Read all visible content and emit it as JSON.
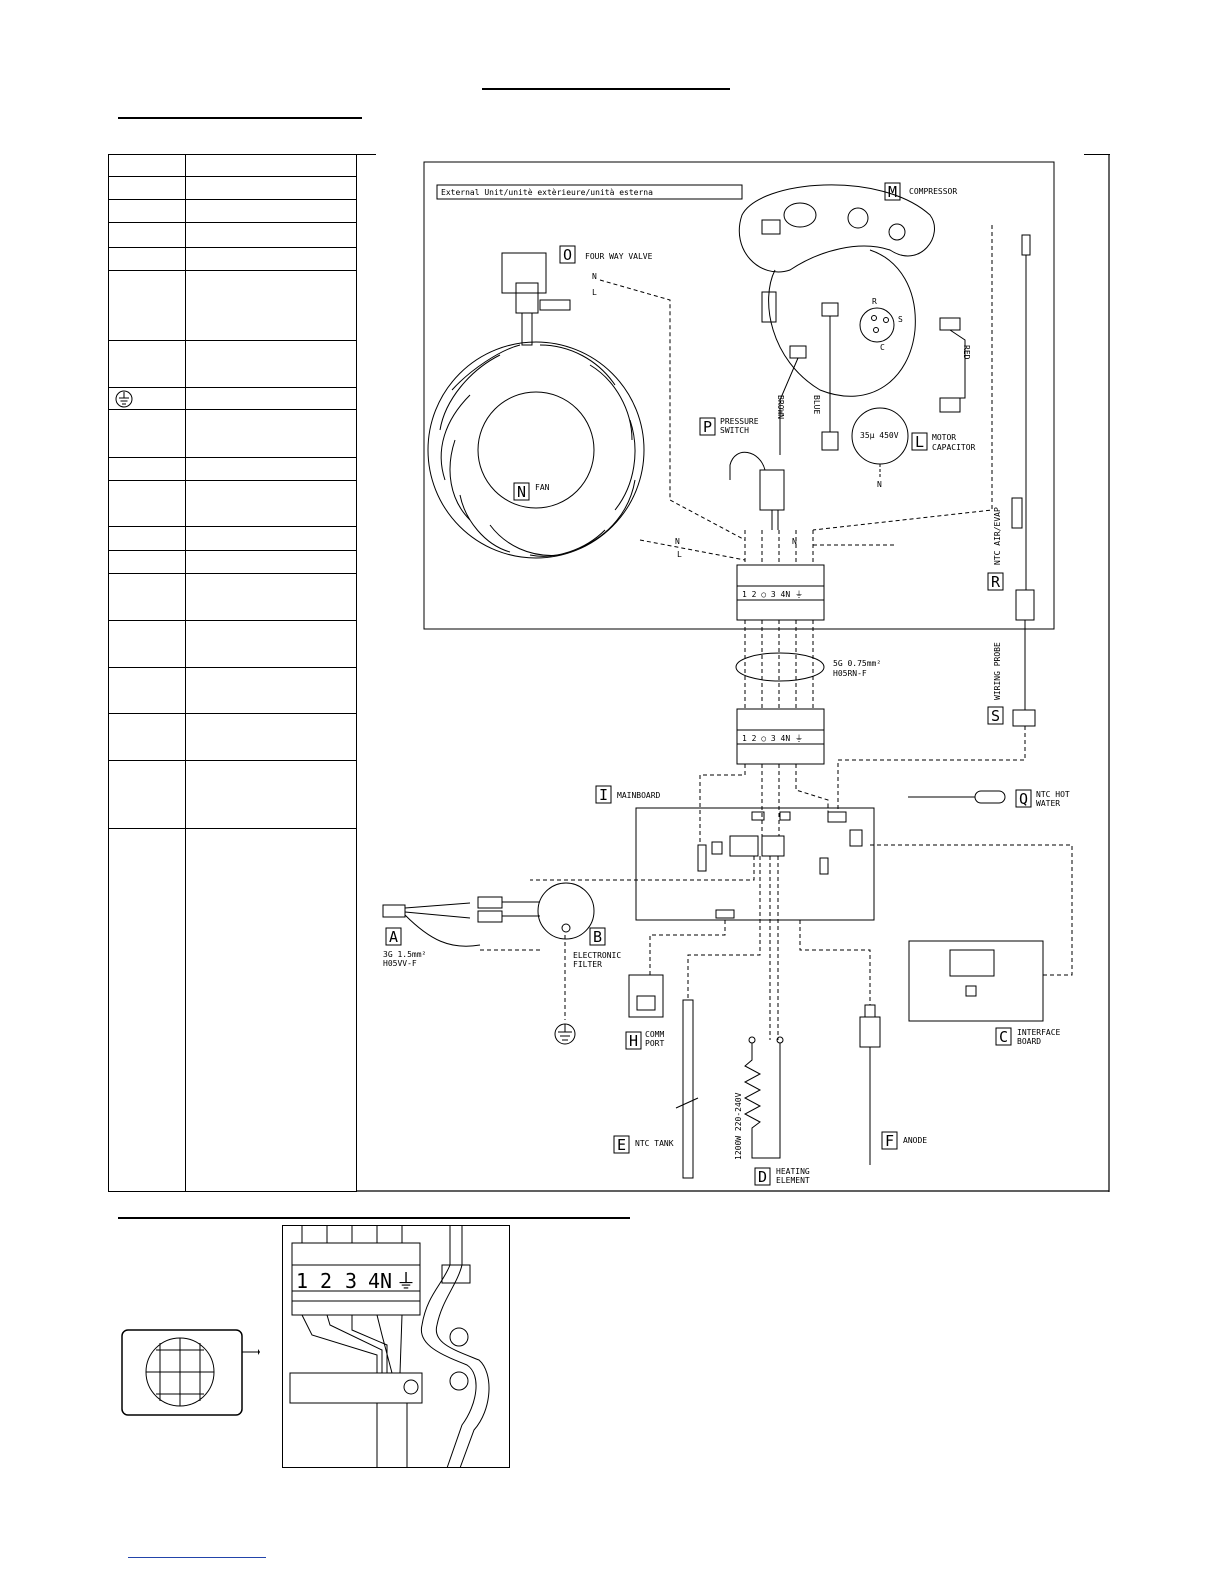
{
  "diagram": {
    "external_unit_title": "External Unit/unitè extèrieure/unità esterna",
    "components": {
      "M": {
        "letter": "M",
        "name": "COMPRESSOR"
      },
      "O": {
        "letter": "O",
        "name": "FOUR WAY VALVE"
      },
      "P": {
        "letter": "P",
        "name": "PRESSURE SWITCH",
        "line1": "PRESSURE",
        "line2": "SWITCH"
      },
      "L": {
        "letter": "L",
        "name": "MOTOR CAPACITOR",
        "line1": "MOTOR",
        "line2": "CAPACITOR"
      },
      "N": {
        "letter": "N",
        "name": "FAN"
      },
      "R": {
        "letter": "R",
        "name": "NTC AIR/EVAP"
      },
      "S": {
        "letter": "S",
        "name": "WIRING PROBE"
      },
      "I": {
        "letter": "I",
        "name": "MAINBOARD"
      },
      "Q": {
        "letter": "Q",
        "name": "NTC HOT WATER",
        "line1": "NTC HOT",
        "line2": "WATER"
      },
      "A": {
        "letter": "A",
        "line1": "3G 1.5mm²",
        "line2": "H05VV-F"
      },
      "B": {
        "letter": "B",
        "name": "ELECTRONIC FILTER",
        "line1": "ELECTRONIC",
        "line2": "FILTER"
      },
      "H": {
        "letter": "H",
        "name": "COMM PORT",
        "line1": "COMM",
        "line2": "PORT"
      },
      "C": {
        "letter": "C",
        "name": "INTERFACE BOARD",
        "line1": "INTERFACE",
        "line2": "BOARD"
      },
      "E": {
        "letter": "E",
        "name": "NTC TANK"
      },
      "D": {
        "letter": "D",
        "name": "HEATING ELEMENT",
        "line1": "HEATING",
        "line2": "ELEMENT"
      },
      "F": {
        "letter": "F",
        "name": "ANODE"
      }
    },
    "cable": {
      "line1": "5G 0.75mm²",
      "line2": "H05RN-F"
    },
    "heater_rating": "1200W 220-240V",
    "capacitor_rating": "35µ 450V",
    "wire_colors": {
      "brown": "BROWN",
      "blue": "BLUE",
      "red": "RED"
    },
    "compressor_pins": {
      "r": "R",
      "s": "S",
      "c": "C"
    },
    "terminal_labels": [
      "1",
      "2",
      "3",
      "4N",
      "⏚"
    ],
    "wire_labels": {
      "n": "N",
      "l": "L"
    }
  }
}
